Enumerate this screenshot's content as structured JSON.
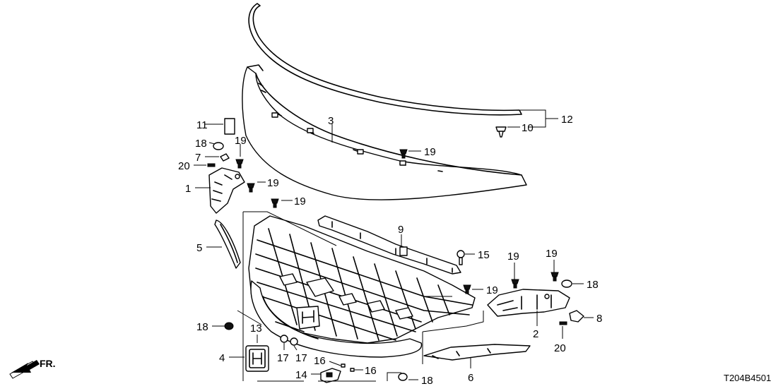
{
  "diagram_code": "T204B4501",
  "direction_label": "FR.",
  "callouts": [
    {
      "id": "c11",
      "text": "11"
    },
    {
      "id": "c18a",
      "text": "18"
    },
    {
      "id": "c19a",
      "text": "19"
    },
    {
      "id": "c7",
      "text": "7"
    },
    {
      "id": "c20a",
      "text": "20"
    },
    {
      "id": "c1",
      "text": "1"
    },
    {
      "id": "c19b",
      "text": "19"
    },
    {
      "id": "c19c",
      "text": "19"
    },
    {
      "id": "c3",
      "text": "3"
    },
    {
      "id": "c19d",
      "text": "19"
    },
    {
      "id": "c10",
      "text": "10"
    },
    {
      "id": "c12",
      "text": "12"
    },
    {
      "id": "c5",
      "text": "5"
    },
    {
      "id": "c9",
      "text": "9"
    },
    {
      "id": "c15",
      "text": "15"
    },
    {
      "id": "c19e",
      "text": "19"
    },
    {
      "id": "c19f",
      "text": "19"
    },
    {
      "id": "c19g",
      "text": "19"
    },
    {
      "id": "c18b",
      "text": "18"
    },
    {
      "id": "c8",
      "text": "8"
    },
    {
      "id": "c2",
      "text": "2"
    },
    {
      "id": "c20b",
      "text": "20"
    },
    {
      "id": "c18c",
      "text": "18"
    },
    {
      "id": "c13",
      "text": "13"
    },
    {
      "id": "c4",
      "text": "4"
    },
    {
      "id": "c17a",
      "text": "17"
    },
    {
      "id": "c17b",
      "text": "17"
    },
    {
      "id": "c16a",
      "text": "16"
    },
    {
      "id": "c16b",
      "text": "16"
    },
    {
      "id": "c14",
      "text": "14"
    },
    {
      "id": "c6",
      "text": "6"
    },
    {
      "id": "c18d",
      "text": "18"
    }
  ]
}
